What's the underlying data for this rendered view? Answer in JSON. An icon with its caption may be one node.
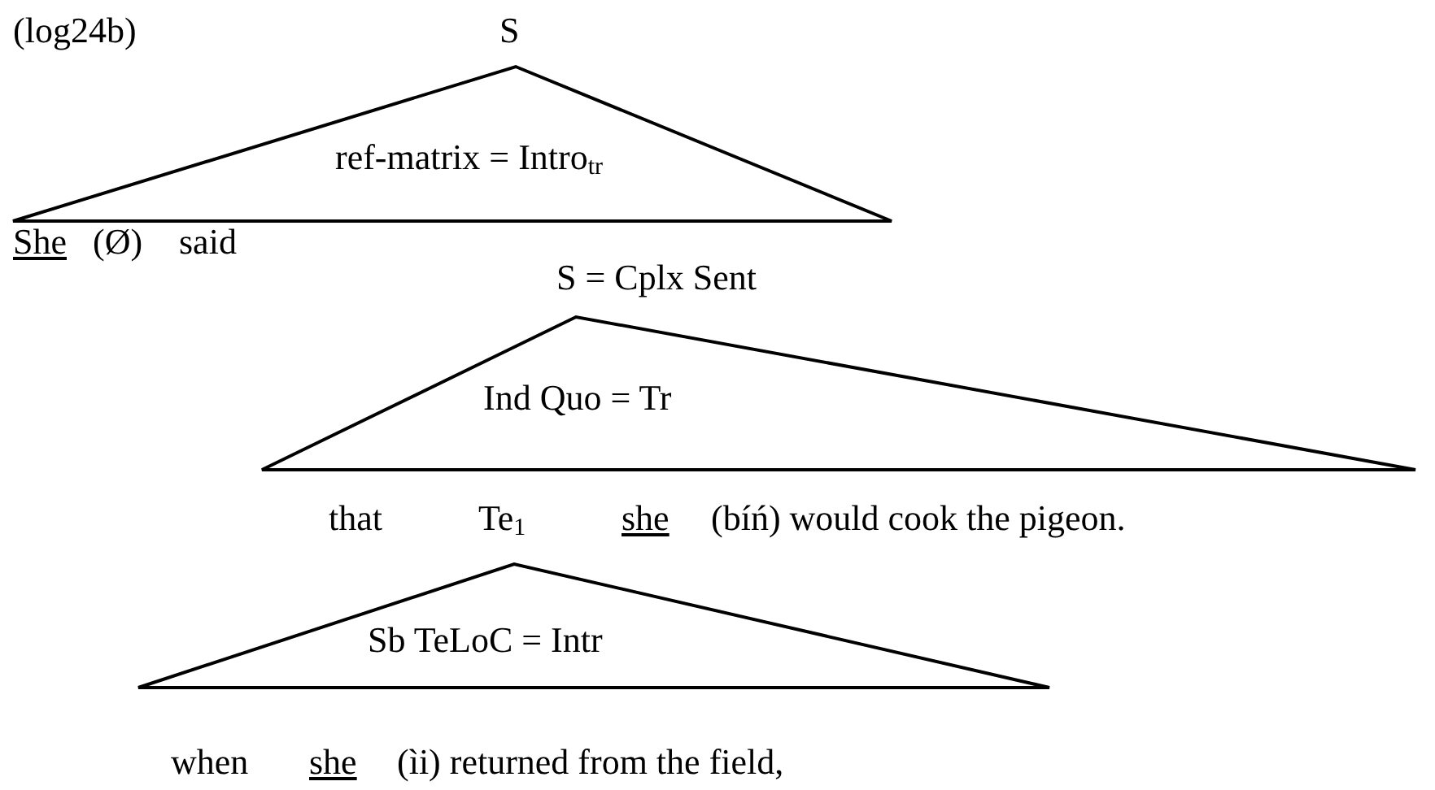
{
  "diagram": {
    "nodes": [
      {
        "text": [
          "S",
          "ref-matrix = Intro$_{tr}$"
        ]
      },
      {
        "text": [
          "S = Cplx Sent",
          "Ind Quo = Tr"
        ]
      },
      {
        "text": [
          "Te$_{1}$",
          "Sb TeLoC = Intr"
        ]
      }
    ],
    "labels": [
      "(log24b)",
      "She",
      "(Ø)",
      "said",
      "that",
      "she",
      "(bíń) would cook the pigeon.",
      "when",
      "she",
      "(ìi) returned from the field,"
    ]
  }
}
